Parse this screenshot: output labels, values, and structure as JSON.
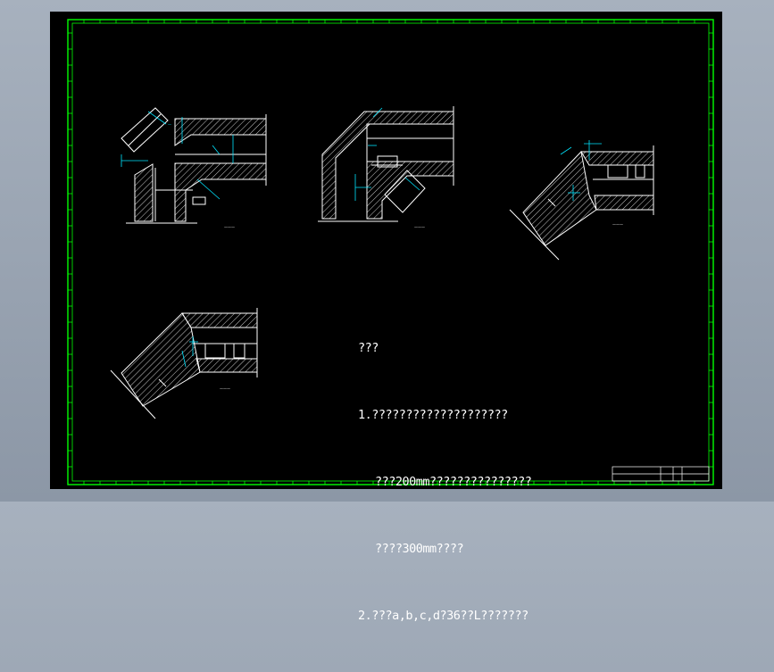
{
  "notes": {
    "heading": "???",
    "line1": "1.????????????????????",
    "line2": "???200mm???????????????",
    "line3": "????300mm????",
    "line4": "2.???a,b,c,d?36??L???????"
  },
  "title_block": {
    "cell_a": "",
    "cell_b": "",
    "cell_c": ""
  },
  "colors": {
    "frame": "#00ff00",
    "dimension": "#00e5ff",
    "outline": "#ffffff",
    "background": "#000000"
  }
}
